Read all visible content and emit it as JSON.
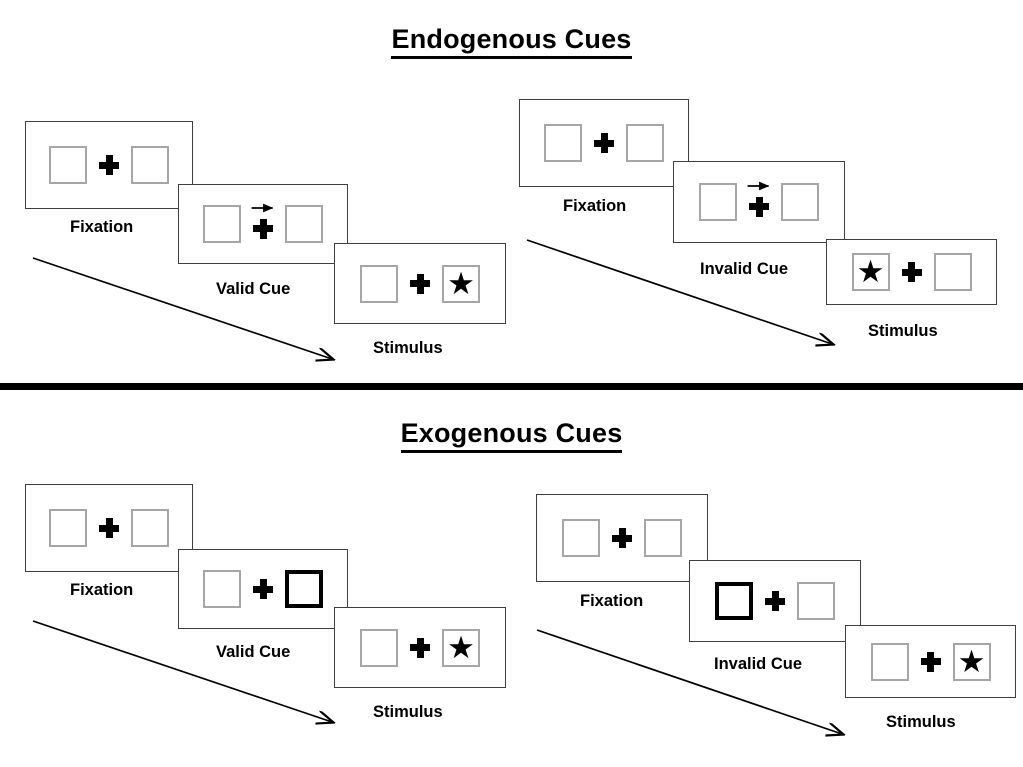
{
  "figure": {
    "title_top": "Endogenous Cues",
    "title_bottom": "Exogenous Cues"
  },
  "icons": {
    "star": "★",
    "fixation_cross": "fixation-cross-icon",
    "cue_arrow": "right-arrow-icon",
    "flow_arrow": "diagonal-flow-arrow-icon"
  },
  "sections": [
    {
      "id": "endogenous",
      "title": "Endogenous Cues",
      "cue_type": "arrow",
      "sequences": [
        {
          "id": "endogenous-valid",
          "panels": [
            {
              "caption": "Fixation",
              "left_box": "empty",
              "right_box": "empty",
              "arrow": false
            },
            {
              "caption": "Valid Cue",
              "left_box": "empty",
              "right_box": "empty",
              "arrow": true
            },
            {
              "caption": "Stimulus",
              "left_box": "empty",
              "right_box": "star",
              "arrow": false
            }
          ]
        },
        {
          "id": "endogenous-invalid",
          "panels": [
            {
              "caption": "Fixation",
              "left_box": "empty",
              "right_box": "empty",
              "arrow": false
            },
            {
              "caption": "Invalid Cue",
              "left_box": "empty",
              "right_box": "empty",
              "arrow": true
            },
            {
              "caption": "Stimulus",
              "left_box": "star",
              "right_box": "empty",
              "arrow": false
            }
          ]
        }
      ]
    },
    {
      "id": "exogenous",
      "title": "Exogenous Cues",
      "cue_type": "box-highlight",
      "sequences": [
        {
          "id": "exogenous-valid",
          "panels": [
            {
              "caption": "Fixation",
              "left_box": "empty",
              "right_box": "empty",
              "arrow": false
            },
            {
              "caption": "Valid Cue",
              "left_box": "empty",
              "right_box": "cued",
              "arrow": false
            },
            {
              "caption": "Stimulus",
              "left_box": "empty",
              "right_box": "star",
              "arrow": false
            }
          ]
        },
        {
          "id": "exogenous-invalid",
          "panels": [
            {
              "caption": "Fixation",
              "left_box": "empty",
              "right_box": "empty",
              "arrow": false
            },
            {
              "caption": "Invalid Cue",
              "left_box": "cued",
              "right_box": "empty",
              "arrow": false
            },
            {
              "caption": "Stimulus",
              "left_box": "empty",
              "right_box": "star",
              "arrow": false
            }
          ]
        }
      ]
    }
  ],
  "captions": {
    "fixation": "Fixation",
    "valid_cue": "Valid Cue",
    "invalid_cue": "Invalid Cue",
    "stimulus": "Stimulus"
  },
  "colors": {
    "background": "#ffffff",
    "panel_border": "#3f3f3f",
    "box_border": "#a6a6a6",
    "cued_box_border": "#000000",
    "ink": "#000000",
    "divider": "#000000"
  }
}
